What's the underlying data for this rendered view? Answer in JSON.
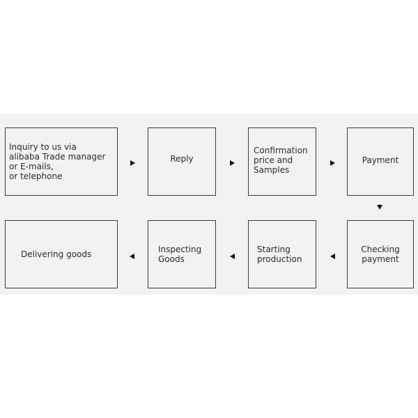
{
  "steps": {
    "inquiry": "Inquiry to us via\nalibaba Trade manager\nor E-mails,\nor telephone",
    "reply": "Reply",
    "confirmation": "Confirmation\nprice and\nSamples",
    "payment": "Payment",
    "checking": "Checking\npayment",
    "starting": "Starting\nproduction",
    "inspecting": "Inspecting\nGoods",
    "delivering": "Delivering goods"
  }
}
